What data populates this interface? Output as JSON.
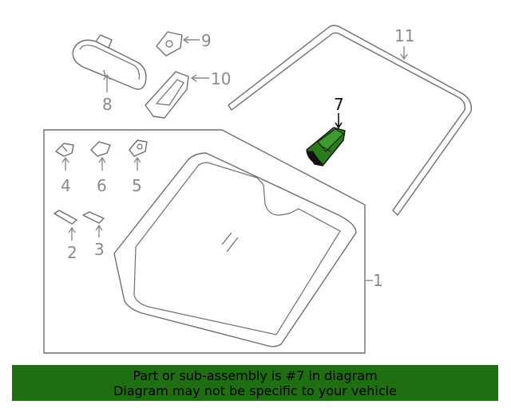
{
  "diagram": {
    "callouts": {
      "p1": "1",
      "p2": "2",
      "p3": "3",
      "p4": "4",
      "p5": "5",
      "p6": "6",
      "p7": "7",
      "p8": "8",
      "p9": "9",
      "p10": "10",
      "p11": "11"
    },
    "highlighted_part": "7",
    "highlight_color": "#2b7a1c"
  },
  "banner": {
    "line1": "Part or sub-assembly is #7 in diagram",
    "line2": "Diagram may not be specific to your vehicle",
    "background": "#1f6e12"
  }
}
